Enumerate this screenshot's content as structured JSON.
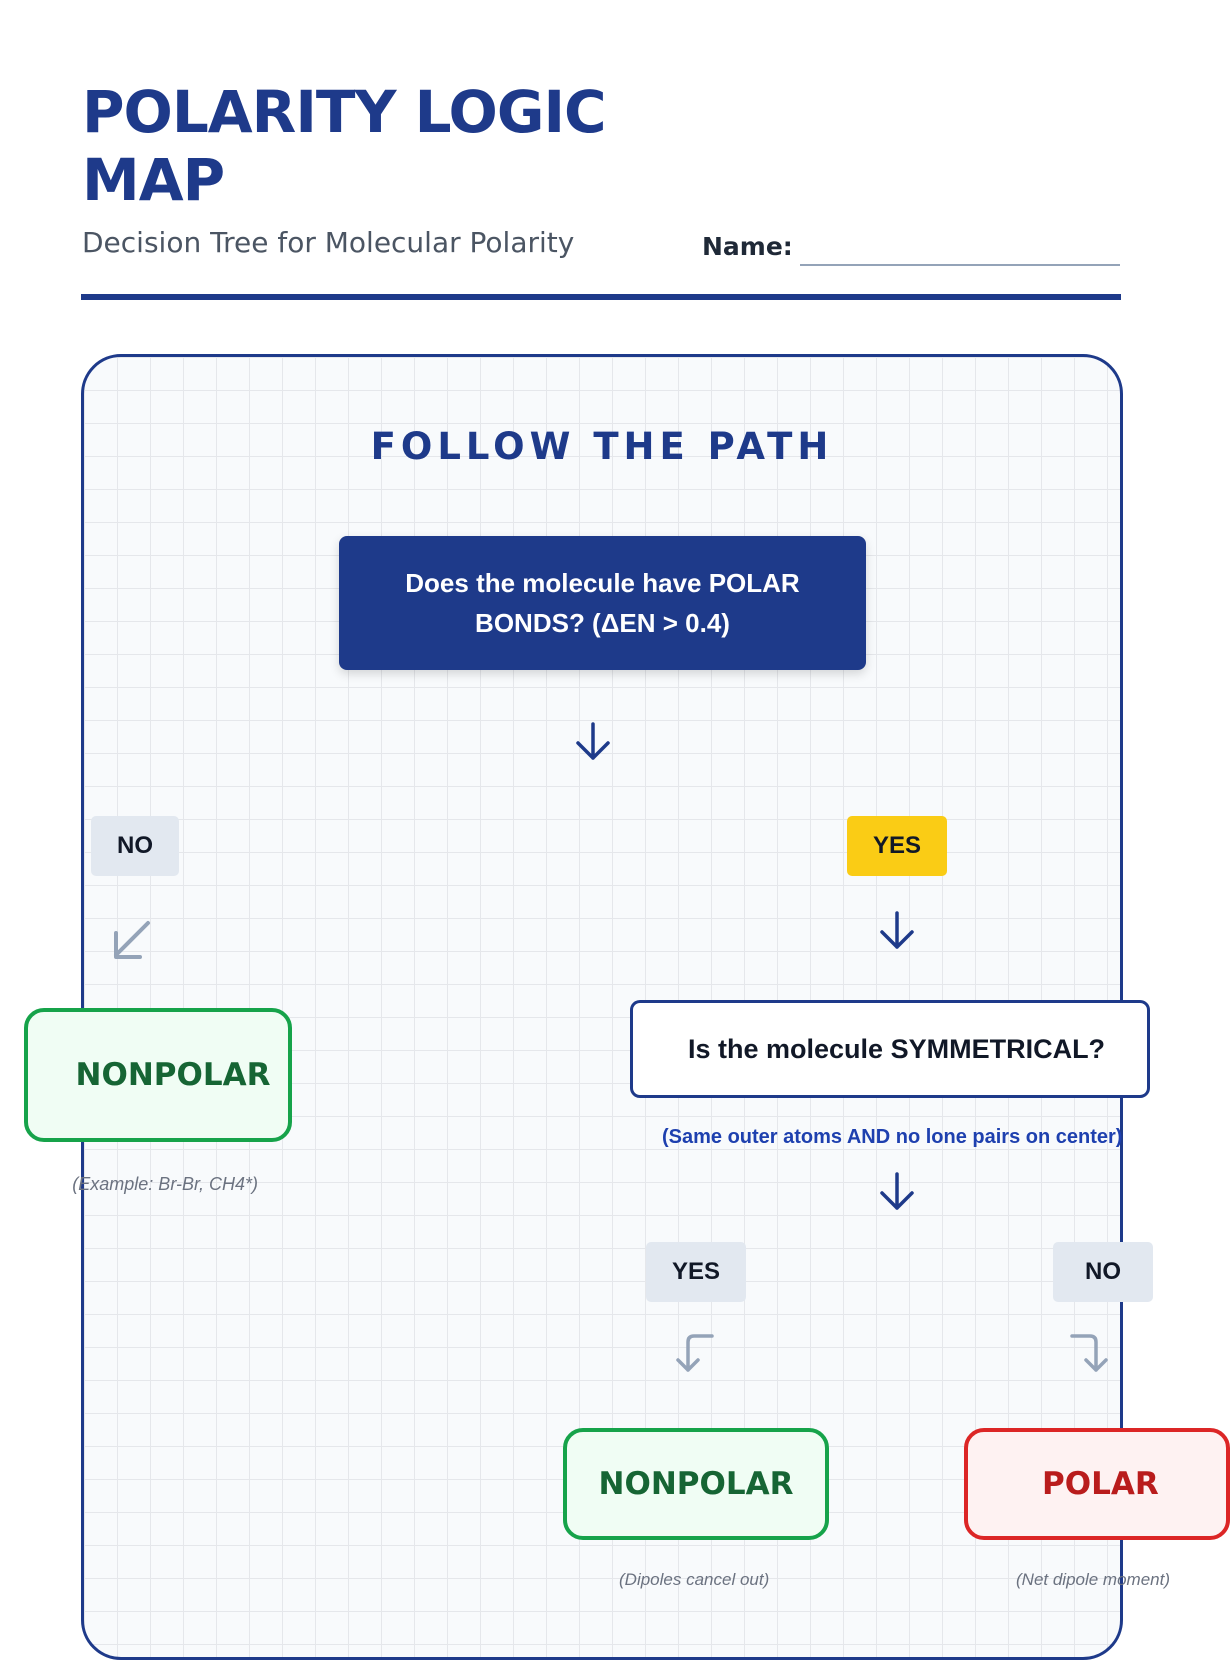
{
  "header": {
    "title": "POLARITY LOGIC MAP",
    "subtitle": "Decision Tree for Molecular Polarity",
    "name_label": "Name:"
  },
  "map": {
    "heading": "FOLLOW THE PATH",
    "question_1": "Does the molecule have POLAR BONDS? (ΔEN > 0.4)",
    "no_label": "NO",
    "yes_label": "YES",
    "left_result": "NONPOLAR",
    "left_note": "(Example: Br-Br, CH4*)",
    "question_2": "Is the molecule SYMMETRICAL?",
    "question_2_hint": "(Same outer atoms AND no lone pairs on center)",
    "sym_yes_label": "YES",
    "sym_no_label": "NO",
    "sym_yes_result": "NONPOLAR",
    "sym_yes_note": "(Dipoles cancel out)",
    "sym_no_result": "POLAR",
    "sym_no_note": "(Net dipole moment)"
  },
  "colors": {
    "navy": "#1e3a8a",
    "yes_highlight": "#facc15",
    "nonpolar_green": "#16a34a",
    "polar_red": "#dc2626"
  }
}
